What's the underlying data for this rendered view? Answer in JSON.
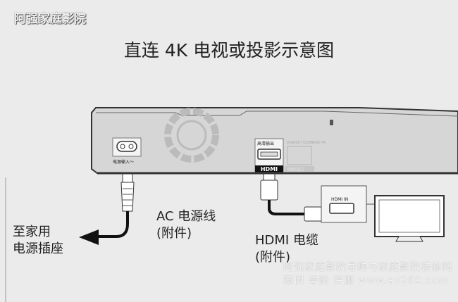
{
  "watermark_logo": "阿强家庭影院",
  "title": "直连 4K 电视或投影示意图",
  "device": {
    "power_port_label": "电源输入～",
    "hdmi_port_label": "高清输出",
    "hdmi_logo": "HDMI",
    "lan_port_label": "网络端口",
    "lan_spec": "10BASE-T/100BASE-TX"
  },
  "tv": {
    "port_label": "HDMI IN"
  },
  "labels": {
    "ac_cable": "AC 电源线",
    "ac_cable_note": "(附件)",
    "outlet_line1": "至家用",
    "outlet_line2": "电源插座",
    "hdmi_cable": "HDMI 电缆",
    "hdmi_cable_note": "(附件)"
  },
  "watermark_text": {
    "line1": "阿强家庭影院导购与家庭影院装修网",
    "line2": "案例 导购 评测 www.av269.com"
  }
}
